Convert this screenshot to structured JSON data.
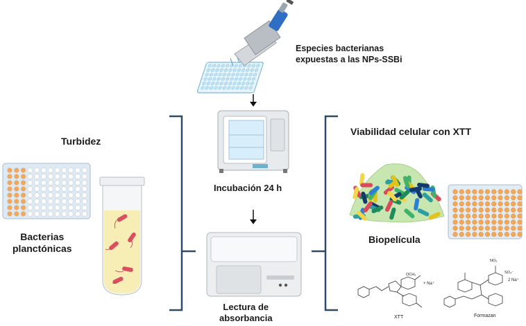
{
  "labels": {
    "species": [
      "Especies bacterianas",
      "expuestas a las  NPs-SSBi"
    ],
    "incubation": "Incubación 24 h",
    "reading": [
      "Lectura de",
      "absorbancia"
    ],
    "turbidity": "Turbidez",
    "planktonic": [
      "Bacterias",
      "planctónicas"
    ],
    "viability": "Viabilidad celular con XTT",
    "biofilm": "Biopelícula",
    "xtt": "XTT",
    "formazan": "Formazan",
    "xtt_charge": "+ Na⁺",
    "formazan_charge": "2 Na⁺",
    "no2": "NO₂",
    "so3": "SO₃⁻",
    "och3": "OCH₃"
  },
  "colors": {
    "bracket": "#2f4a66",
    "pipette_blue": "#2e6fc4",
    "well_orange": "#f3a858",
    "tube_fluid": "#f6eeb4",
    "bacteria": "#d9505f",
    "biofilm_green": "#c8e6b0"
  },
  "icons": [
    "multichannel-pipette-icon",
    "incubator-icon",
    "plate-reader-icon",
    "test-tube-icon",
    "biofilm-icon",
    "well-plate-icon"
  ]
}
